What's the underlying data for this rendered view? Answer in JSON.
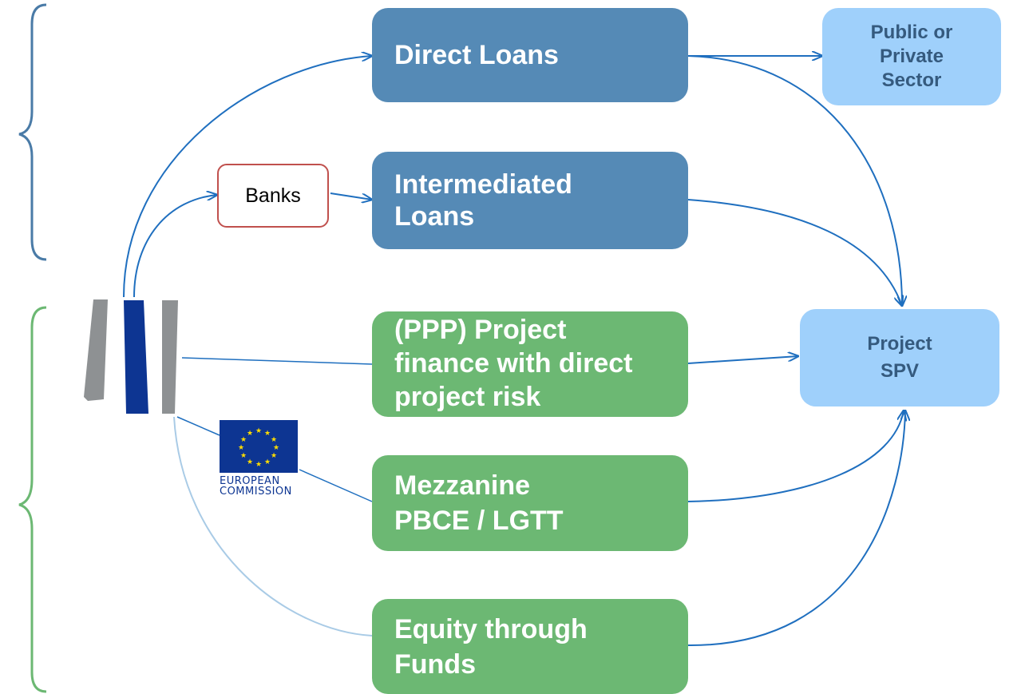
{
  "nodes": {
    "direct_loans": "Direct Loans",
    "intermediated_loans": "Intermediated\nLoans",
    "ppp_project_finance": "(PPP) Project\nfinance with direct\nproject risk",
    "mezzanine": "Mezzanine\nPBCE / LGTT",
    "equity_funds": "Equity through\nFunds",
    "public_private_sector": "Public or\nPrivate\nSector",
    "project_spv": "Project\nSPV",
    "banks": "Banks"
  },
  "logos": {
    "eib": "EIB logo",
    "european_commission": "EUROPEAN\nCOMMISSION"
  },
  "edges": [
    {
      "from": "eib",
      "to": "direct_loans"
    },
    {
      "from": "eib",
      "to": "banks"
    },
    {
      "from": "banks",
      "to": "intermediated_loans"
    },
    {
      "from": "eib",
      "to": "ppp_project_finance"
    },
    {
      "from": "eib",
      "to": "european_commission"
    },
    {
      "from": "european_commission",
      "to": "mezzanine"
    },
    {
      "from": "eib",
      "to": "equity_funds"
    },
    {
      "from": "direct_loans",
      "to": "public_private_sector"
    },
    {
      "from": "direct_loans",
      "to": "project_spv"
    },
    {
      "from": "intermediated_loans",
      "to": "project_spv"
    },
    {
      "from": "ppp_project_finance",
      "to": "project_spv"
    },
    {
      "from": "mezzanine",
      "to": "project_spv"
    },
    {
      "from": "equity_funds",
      "to": "project_spv"
    }
  ],
  "colors": {
    "loan_box": "#558ab6",
    "project_box": "#6cb873",
    "target_box": "#9fd0fb",
    "target_text": "#355a7e",
    "arrow": "#1f6fbf",
    "banks_border": "#c0504d",
    "brace_blue": "#4a7ba7",
    "brace_green": "#6cb873"
  }
}
